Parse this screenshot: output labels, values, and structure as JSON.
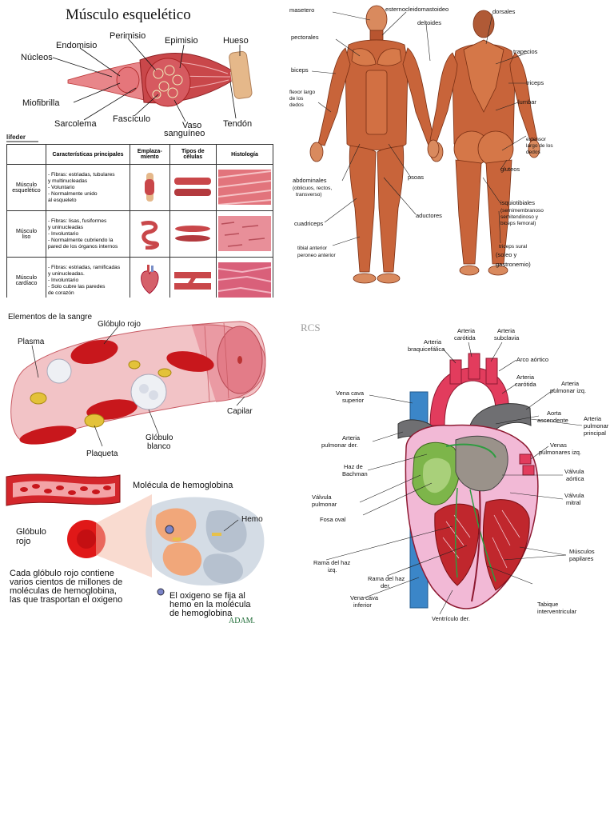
{
  "muscle": {
    "title": "Músculo esquelético",
    "labels": {
      "perimisio": "Perimisio",
      "endomisio": "Endomisio",
      "epimisio": "Epimisio",
      "hueso": "Hueso",
      "nucleos": "Núcleos",
      "miofibrilla": "Miofibrilla",
      "sarcolema": "Sarcolema",
      "fasciculo": "Fascículo",
      "vaso1": "Vaso",
      "vaso2": "sanguíneo",
      "tendon": "Tendón"
    },
    "brand": "lifeder",
    "table": {
      "headers": [
        "",
        "Características principales",
        "Emplaza-miento",
        "Tipos de células",
        "Histología"
      ],
      "rows": [
        {
          "name1": "Músculo",
          "name2": "esquelético",
          "features": [
            "- Fibras: estriadas, tubulares",
            "y multinucleadas",
            "- Voluntario",
            "- Normalmente unido",
            "al esqueleto"
          ]
        },
        {
          "name1": "Músculo",
          "name2": "liso",
          "features": [
            "- Fibras: lisas, fusiformes",
            "y uninucleadas",
            "- Involuntario",
            "- Normalmente cubriendo la",
            "pared de los órganos internos"
          ]
        },
        {
          "name1": "Músculo",
          "name2": "cardíaco",
          "features": [
            "- Fibras: estriadas, ramificadas",
            "y uninucleadas.",
            "- Involuntario",
            "- Solo cubre las paredes",
            "de corazón"
          ]
        }
      ]
    }
  },
  "body": {
    "labels": {
      "masetero": "masetero",
      "esterno": "esternocleidomastoideo",
      "dorsales": "dorsales",
      "deltoides": "deltoides",
      "pectorales": "pectorales",
      "trapecios": "trapecios",
      "biceps": "biceps",
      "triceps": "triceps",
      "flexor1": "flexor largo",
      "flexor2": "de los",
      "flexor3": "dedos",
      "lumbar": "lumbar",
      "extensor1": "extensor",
      "extensor2": "largo de los",
      "extensor3": "dedos",
      "abdominales": "abdominales",
      "abdominales_sub": "(oblicuos, rectos,",
      "abdominales_sub2": "transverso)",
      "psoas": "psoas",
      "gluteos": "gluteos",
      "isquiotibiales": "isquiotibiales",
      "isq_sub1": "(semimembranoso",
      "isq_sub2": "semitendinoso y",
      "isq_sub3": "biceps femoral)",
      "aductores": "aductores",
      "cuadriceps": "cuadriceps",
      "triceps_sural": "triceps sural",
      "soleo": "(soleo y",
      "gastronemio": "gastronemio)",
      "tibial1": "tibial anterior",
      "tibial2": "peroneo anterior"
    }
  },
  "blood": {
    "title": "Elementos de la sangre",
    "labels": {
      "globulo_rojo": "Glóbulo rojo",
      "plasma": "Plasma",
      "capilar": "Capilar",
      "plaqueta": "Plaqueta",
      "globulo_blanco1": "Glóbulo",
      "globulo_blanco2": "blanco"
    },
    "hemo": {
      "title": "Molécula de hemoglobina",
      "hemo_label": "Hemo",
      "globulo1": "Glóbulo",
      "globulo2": "rojo",
      "caption1": "Cada glóbulo rojo contiene",
      "caption2": "varios cientos de millones de",
      "caption3": "moléculas de hemoglobina,",
      "caption4": "las que trasportan el oxigeno",
      "oxy1": "El oxigeno se fija al",
      "oxy2": "hemo en la molécula",
      "oxy3": "de  hemoglobina",
      "brand": "ADAM."
    }
  },
  "heart": {
    "watermark": "RCS",
    "labels": {
      "arteria_carotida_top1": "Arteria",
      "arteria_carotida_top2": "carótida",
      "arteria_subclavia1": "Arteria",
      "arteria_subclavia2": "subclavia",
      "arteria_braq1": "Arteria",
      "arteria_braq2": "braquicefálica",
      "arco_aortico": "Arco aórtico",
      "arteria_carotida1": "Arteria",
      "arteria_carotida2": "carótida",
      "arteria_pulm_izq1": "Arteria",
      "arteria_pulm_izq2": "pulmonar izq.",
      "vena_cava_sup1": "Vena cava",
      "vena_cava_sup2": "superior",
      "aorta1": "Aorta",
      "aorta2": "ascendente",
      "arteria_pulm_principal1": "Arteria",
      "arteria_pulm_principal2": "pulmonar",
      "arteria_pulm_principal3": "principal",
      "arteria_pulm_der1": "Arteria",
      "arteria_pulm_der2": "pulmonar der.",
      "venas_pulm1": "Venas",
      "venas_pulm2": "pulmonares izq.",
      "haz1": "Haz de",
      "haz2": "Bachman",
      "valvula_aortica1": "Válvula",
      "valvula_aortica2": "aórtica",
      "valvula_pulmonar1": "Válvula",
      "valvula_pulmonar2": "pulmonar",
      "valvula_mitral1": "Válvula",
      "valvula_mitral2": "mitral",
      "fosa_oval": "Fosa oval",
      "musculos1": "Músculos",
      "musculos2": "papilares",
      "rama_izq1": "Rama del haz",
      "rama_izq2": "izq.",
      "rama_der1": "Rama del haz",
      "rama_der2": "der.",
      "vena_cava_inf1": "Vena cava",
      "vena_cava_inf2": "inferior",
      "tabique1": "Tabique",
      "tabique2": "interventricular",
      "ventriculo": "Ventrículo der."
    }
  },
  "colors": {
    "muscle": "#c9474a",
    "muscle_light": "#e8868a",
    "blood_red": "#c8171c",
    "capillary": "#e9a6ad",
    "vein_blue": "#3b86c8",
    "bone": "#e5b88a",
    "green": "#7db54a"
  }
}
